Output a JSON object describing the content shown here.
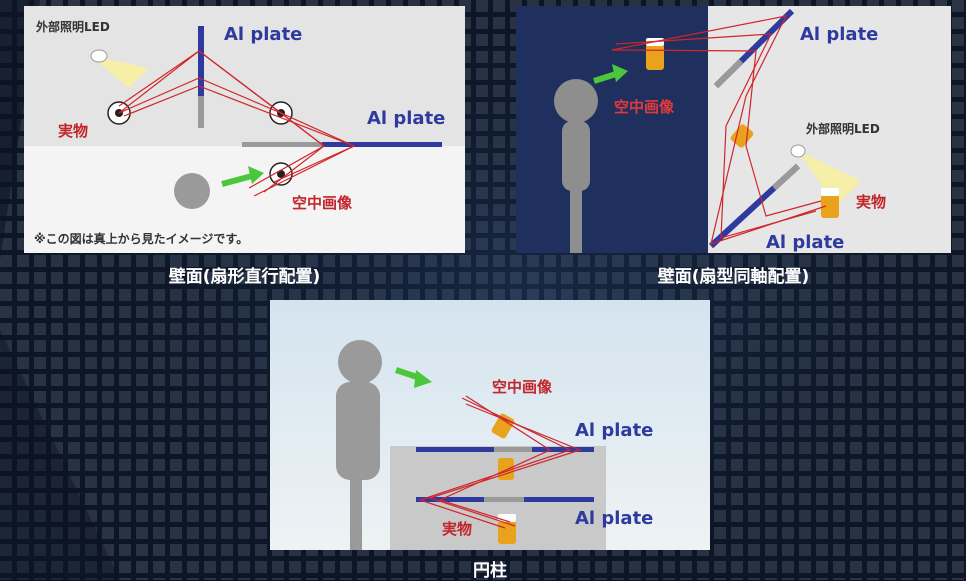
{
  "panels": {
    "wall_fan_parallel": {
      "caption": "壁面(扇形直行配置)",
      "led_label": "外部照明LED",
      "plate_label_1": "Al plate",
      "plate_label_2": "Al plate",
      "real_label": "実物",
      "aerial_label": "空中画像",
      "note": "※この図は真上から見たイメージです。"
    },
    "wall_fan_coaxial": {
      "caption": "壁面(扇型同軸配置)",
      "plate_label_1": "Al plate",
      "plate_label_2": "Al plate",
      "aerial_label": "空中画像",
      "led_label": "外部照明LED",
      "real_label": "実物"
    },
    "cylinder": {
      "caption": "円柱",
      "aerial_label": "空中画像",
      "plate_label_1": "Al plate",
      "plate_label_2": "Al plate",
      "real_label": "実物"
    }
  },
  "colors": {
    "plate": "#2e3a9e",
    "ray": "#d0262b",
    "arrow": "#4cc63a",
    "label_red": "#c1262b",
    "navy": "#1f2f5e"
  }
}
